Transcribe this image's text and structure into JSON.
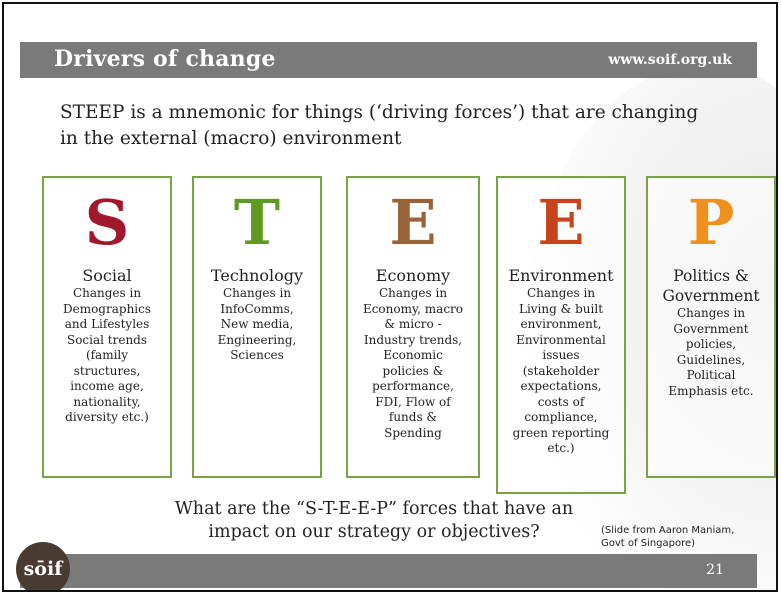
{
  "header": {
    "title": "Drivers of change",
    "url": "www.soif.org.uk"
  },
  "intro": "STEEP is a mnemonic for things (‘driving forces’) that are changing in the external (macro) environment",
  "boxes": [
    {
      "letter": "S",
      "letter_color": "#a3172d",
      "name": "Social",
      "description": "Changes in\nDemographics\nand Lifestyles\nSocial trends\n(family\nstructures,\nincome age,\nnationality,\ndiversity etc.)"
    },
    {
      "letter": "T",
      "letter_color": "#5e9a1f",
      "name": "Technology",
      "description": "Changes in\nInfoComms,\nNew media,\nEngineering,\nSciences"
    },
    {
      "letter": "E",
      "letter_color": "#9a6238",
      "name": "Economy",
      "description": "Changes in\nEconomy, macro\n& micro -\nIndustry trends,\nEconomic\npolicies &\nperformance,\nFDI, Flow of\nfunds &\nSpending"
    },
    {
      "letter": "E",
      "letter_color": "#c8421c",
      "name": "Environment",
      "description": "Changes in\nLiving & built\nenvironment,\nEnvironmental\nissues\n(stakeholder\nexpectations,\ncosts of\ncompliance,\ngreen reporting\netc.)"
    },
    {
      "letter": "P",
      "letter_color": "#f0901c",
      "name": "Politics &\nGovernment",
      "description": "Changes in\nGovernment\npolicies,\nGuidelines,\nPolitical\nEmphasis etc."
    }
  ],
  "question": "What are the “S-T-E-E-P” forces that have an impact on our strategy or objectives?",
  "credit": "(Slide from Aaron Maniam,\nGovt of Singapore)",
  "footer": {
    "logo_text": "sōif",
    "page_number": "21"
  }
}
